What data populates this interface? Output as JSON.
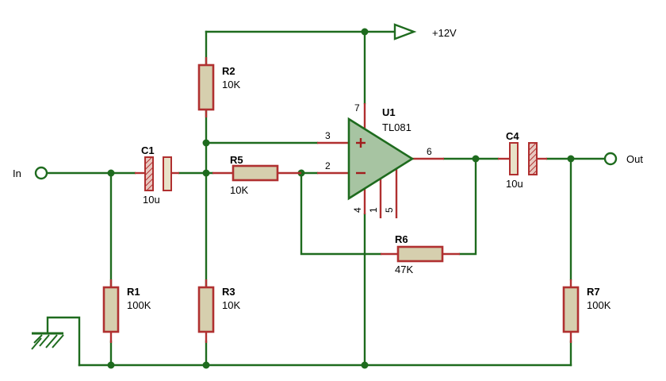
{
  "power": {
    "label": "+12V"
  },
  "ports": {
    "in": "In",
    "out": "Out"
  },
  "opamp": {
    "ref": "U1",
    "value": "TL081",
    "pins": {
      "p7": "7",
      "p3": "3",
      "p2": "2",
      "p6": "6",
      "p4": "4",
      "p1": "1",
      "p5": "5"
    }
  },
  "components": {
    "r1": {
      "ref": "R1",
      "value": "100K"
    },
    "r2": {
      "ref": "R2",
      "value": "10K"
    },
    "r3": {
      "ref": "R3",
      "value": "10K"
    },
    "r5": {
      "ref": "R5",
      "value": "10K"
    },
    "r6": {
      "ref": "R6",
      "value": "47K"
    },
    "r7": {
      "ref": "R7",
      "value": "100K"
    },
    "c1": {
      "ref": "C1",
      "value": "10u"
    },
    "c4": {
      "ref": "C4",
      "value": "10u"
    }
  },
  "colors": {
    "wire": "#1e6b1e",
    "component": "#b03030",
    "resistor_fill": "#d6cfae",
    "opamp_fill": "#a7c4a2"
  }
}
